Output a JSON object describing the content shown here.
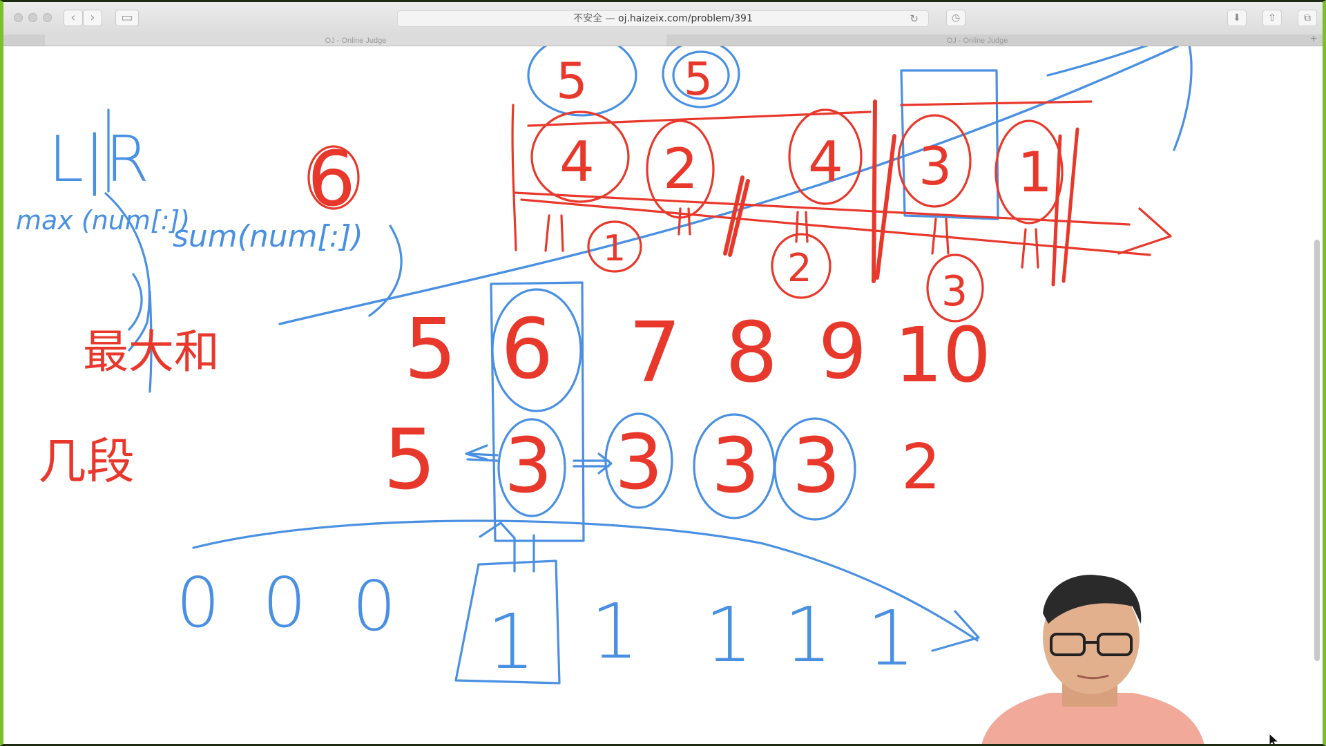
{
  "browser": {
    "address": {
      "security": "不安全 —",
      "url": "oj.haizeix.com/problem/391"
    },
    "tabs": [
      {
        "label": "OJ - Online Judge",
        "active": true
      },
      {
        "label": "OJ - Online Judge",
        "active": false
      }
    ],
    "icons": {
      "back": "chevron-left-icon",
      "forward": "chevron-right-icon",
      "sidebar": "sidebar-icon",
      "reload": "reload-icon",
      "history": "history-icon",
      "download": "download-icon",
      "share": "share-icon",
      "tabs": "tabs-overview-icon",
      "new_tab": "plus-icon"
    },
    "glyphs": {
      "back": "‹",
      "forward": "›",
      "reload": "↻",
      "history": "◷",
      "download": "⬇",
      "share": "⇧",
      "tabs": "⧉",
      "new_tab": "+",
      "sidebar": "▭"
    }
  },
  "whiteboard": {
    "ink_colors": {
      "blue": "#4a90e2",
      "red": "#e8382b"
    },
    "left_notes": {
      "lr": "L|R",
      "max_expr": "max (num[:])",
      "sum_expr": "sum(num[:])",
      "max_sum": "最大和",
      "segments": "几段",
      "answer": "6"
    },
    "top_circled_numbers": [
      "5",
      "5"
    ],
    "array_row": [
      "4",
      "2",
      "4",
      "3",
      "1"
    ],
    "separator_marks": [
      "1",
      "2",
      "3"
    ],
    "candidate_row": [
      "5",
      "6",
      "7",
      "8",
      "9",
      "10"
    ],
    "segment_counts": [
      "5",
      "3",
      "3",
      "3",
      "3",
      "2"
    ],
    "bottom_bits": [
      "0",
      "0",
      "0",
      "1",
      "1",
      "1",
      "1",
      "1"
    ]
  }
}
